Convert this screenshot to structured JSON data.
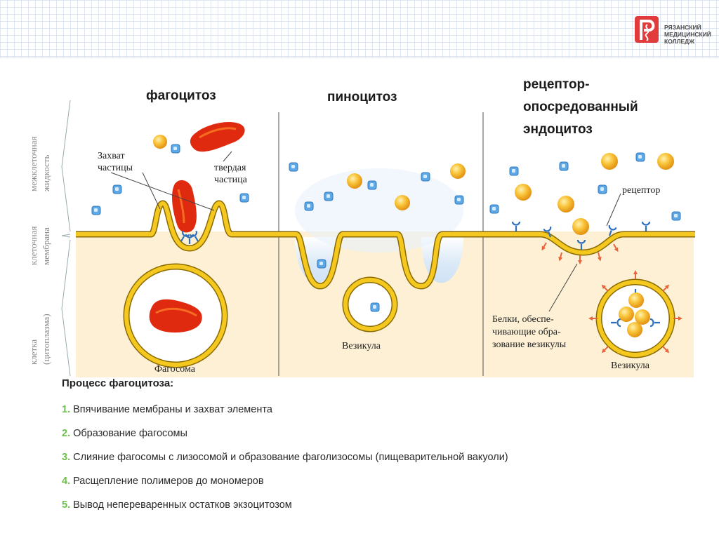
{
  "logo": {
    "lines": [
      "РЯЗАНСКИЙ",
      "МЕДИЦИНСКИЙ",
      "КОЛЛЕДЖ"
    ],
    "mark_letter": "Р"
  },
  "colors": {
    "membrane": "#f4c81e",
    "membrane_edge": "#8a6a00",
    "cytoplasm": "#fdf0d4",
    "extracellular": "#ffffff",
    "solid_particle": "#e02a10",
    "sphere": "#f6b21b",
    "blue_particle": "#5fa8e6",
    "receptor": "#2d6fbd",
    "protein": "#e8643a",
    "step_number": "#6cc04a"
  },
  "diagram": {
    "side_labels": {
      "extracellular": [
        "межклеточная",
        "жидкость"
      ],
      "membrane": [
        "клеточная",
        "мембрана"
      ],
      "cell": [
        "клетка",
        "(цитоплазма)"
      ]
    },
    "columns": {
      "phagocytosis": {
        "title": "фагоцитоз",
        "capture_label": [
          "Захват",
          "частицы"
        ],
        "particle_label": [
          "твердая",
          "частица"
        ],
        "vesicle_label": "Фагосома"
      },
      "pinocytosis": {
        "title": "пиноцитоз",
        "vesicle_label": "Везикула"
      },
      "receptor": {
        "title": [
          "рецептор-",
          "опосредованный",
          "эндоцитоз"
        ],
        "receptor_label": "рецептор",
        "proteins_label": [
          "Белки, обеспе-",
          "чивающие обра-",
          "зование везикулы"
        ],
        "vesicle_label": "Везикула"
      }
    }
  },
  "steps": {
    "title": "Процесс фагоцитоза:",
    "items": [
      {
        "num": "1.",
        "text": "Впячивание мембраны и захват элемента"
      },
      {
        "num": "2.",
        "text": "Образование фагосомы"
      },
      {
        "num": "3.",
        "text": "Слияние фагосомы с лизосомой и образование фаголизосомы (пищеварительной вакуоли)"
      },
      {
        "num": "4.",
        "text": "Расщепление полимеров до мономеров"
      },
      {
        "num": "5.",
        "text": "Вывод непереваренных остатков экзоцитозом"
      }
    ]
  }
}
